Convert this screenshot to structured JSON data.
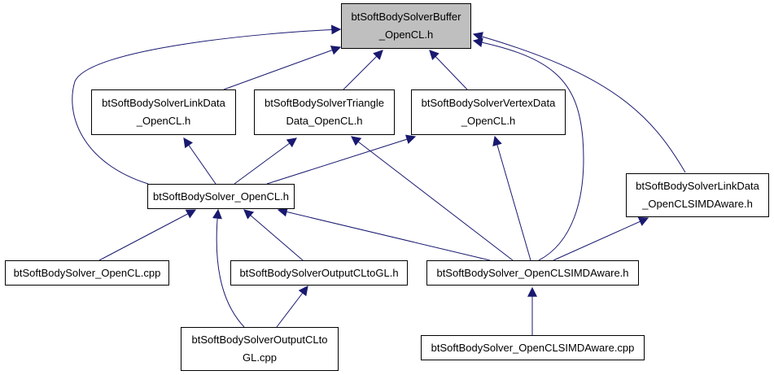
{
  "colors": {
    "edge": "#191970",
    "root_fill": "#bfbfbf",
    "node_fill": "#ffffff",
    "border": "#000000"
  },
  "nodes": {
    "buffer": {
      "lines": [
        "btSoftBodySolverBuffer",
        "_OpenCL.h"
      ]
    },
    "linkdata": {
      "lines": [
        "btSoftBodySolverLinkData",
        "_OpenCL.h"
      ]
    },
    "triangle": {
      "lines": [
        "btSoftBodySolverTriangle",
        "Data_OpenCL.h"
      ]
    },
    "vertexdata": {
      "lines": [
        "btSoftBodySolverVertexData",
        "_OpenCL.h"
      ]
    },
    "linksimd": {
      "lines": [
        "btSoftBodySolverLinkData",
        "_OpenCLSIMDAware.h"
      ]
    },
    "solver": {
      "lines": [
        "btSoftBodySolver_OpenCL.h"
      ]
    },
    "solvercpp": {
      "lines": [
        "btSoftBodySolver_OpenCL.cpp"
      ]
    },
    "outputgl": {
      "lines": [
        "btSoftBodySolverOutputCLtoGL.h"
      ]
    },
    "simdaware": {
      "lines": [
        "btSoftBodySolver_OpenCLSIMDAware.h"
      ]
    },
    "outputglcpp": {
      "lines": [
        "btSoftBodySolverOutputCLto",
        "GL.cpp"
      ]
    },
    "simdawarecpp": {
      "lines": [
        "btSoftBodySolver_OpenCLSIMDAware.cpp"
      ]
    }
  }
}
